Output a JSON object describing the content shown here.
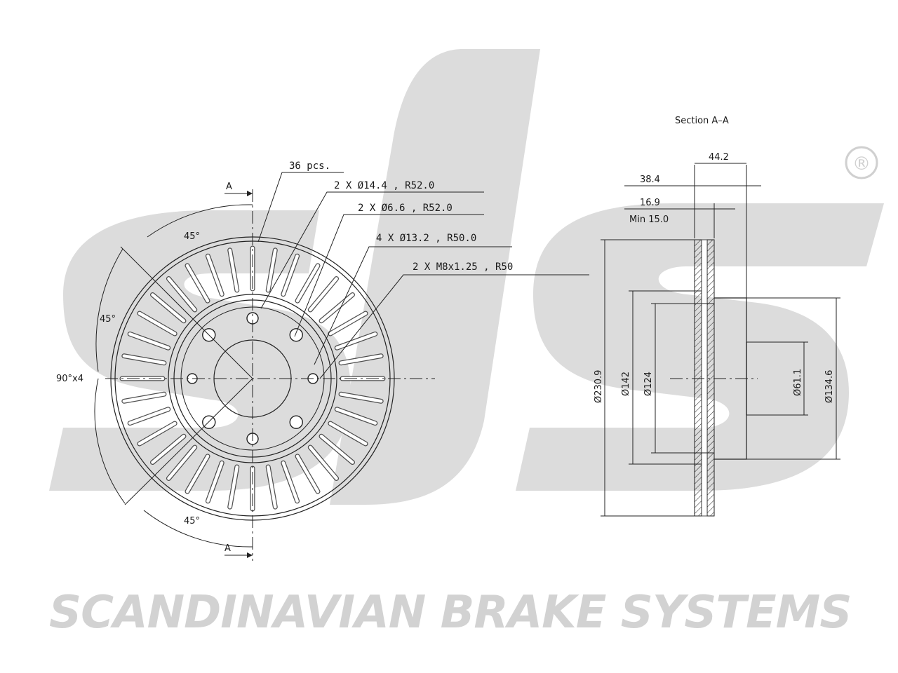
{
  "watermark": {
    "tagline": "SCANDINAVIAN BRAKE SYSTEMS",
    "registered_mark": "®",
    "colors": {
      "watermark": "#d2d2d2",
      "line": "#222222"
    }
  },
  "front_view": {
    "section_marker_top": "A",
    "section_marker_bottom": "A",
    "angle_top": "45°",
    "angle_left": "45°",
    "angle_bottom": "45°",
    "angle_total": "90°x4",
    "callouts": [
      {
        "text": "36 pcs."
      },
      {
        "text": "2 X Ø14.4 , R52.0"
      },
      {
        "text": "2 X Ø6.6 , R52.0"
      },
      {
        "text": "4 X Ø13.2 , R50.0"
      },
      {
        "text": "2 X M8x1.25 , R50"
      }
    ]
  },
  "section_view": {
    "title": "Section A–A",
    "dim_thickness_total": "44.2",
    "dim_hat_depth": "38.4",
    "dim_disc_thickness": "16.9",
    "dim_min_thickness": "Min 15.0",
    "dim_outer_diameter": "Ø230.9",
    "dim_diameter_142": "Ø142",
    "dim_diameter_124": "Ø124",
    "dim_center_bore": "Ø61.1",
    "dim_hat_diameter": "Ø134.6"
  }
}
